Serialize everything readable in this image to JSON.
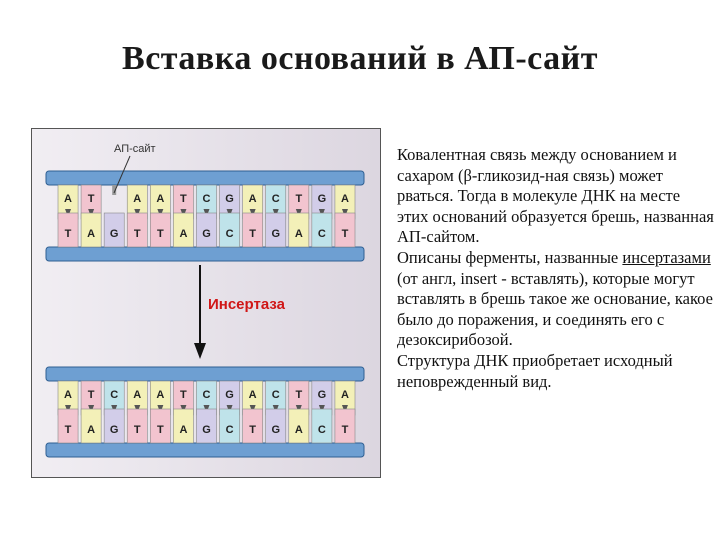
{
  "slide": {
    "title": "Вставка оснований в АП-сайт"
  },
  "figure": {
    "ap_site_label": "АП-сайт",
    "enzyme_label": "Инсертаза",
    "colors": {
      "strand": "#6e9fd2",
      "strand_edge": "#2f5f92",
      "A": "#f3f0b8",
      "T": "#f2c4cf",
      "G": "#d2cde9",
      "C": "#bfe3ea",
      "enzyme_text": "#d01616"
    },
    "before": {
      "top": [
        "A",
        "T",
        "",
        "A",
        "A",
        "T",
        "C",
        "G",
        "A",
        "C",
        "T",
        "G",
        "A"
      ],
      "bottom": [
        "T",
        "A",
        "G",
        "T",
        "T",
        "A",
        "G",
        "C",
        "T",
        "G",
        "A",
        "C",
        "T"
      ]
    },
    "after": {
      "top": [
        "A",
        "T",
        "C",
        "A",
        "A",
        "T",
        "C",
        "G",
        "A",
        "C",
        "T",
        "G",
        "A"
      ],
      "bottom": [
        "T",
        "A",
        "G",
        "T",
        "T",
        "A",
        "G",
        "C",
        "T",
        "G",
        "A",
        "C",
        "T"
      ]
    }
  },
  "text": {
    "p1": "Ковалентная связь между основанием и сахаром (β-гликозид-ная связь) может рваться. Тогда в молекуле ДНК на месте этих оснований образуется брешь, названная АП-сайтом.",
    "p2_before": "Описаны ферменты, названные ",
    "p2_term": "инсертазами",
    "p2_after": " (от англ, insert - вставлять), которые могут вставлять в брешь такое же основание, какое было до поражения, и соединять его с дезоксирибозой.",
    "p3": "Структура ДНК приобретает исходный неповрежденный вид."
  }
}
